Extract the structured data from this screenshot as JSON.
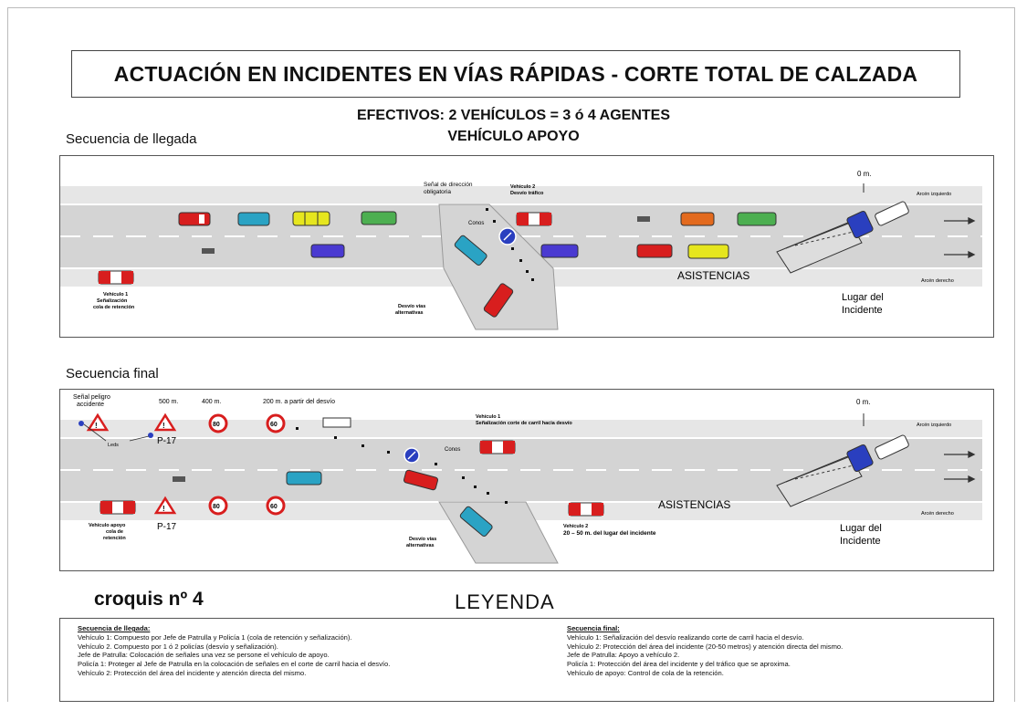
{
  "title": "ACTUACIÓN EN INCIDENTES EN VÍAS RÁPIDAS - CORTE TOTAL DE  CALZADA",
  "effectives_line1": "EFECTIVOS: 2 VEHÍCULOS = 3 ó 4 AGENTES",
  "effectives_line2": "VEHÍCULO APOYO",
  "arrival": {
    "label": "Secuencia de llegada",
    "zero_m": "0 m.",
    "sign_label_1": "Señal de dirección",
    "sign_label_2": "obligatoria",
    "vehicle2_1": "Vehículo 2",
    "vehicle2_2": "Desvío tráfico",
    "conos": "Conos",
    "hard_shoulder_left": "Arcén izquierdo",
    "hard_shoulder_right": "Arcén derecho",
    "asistencias": "ASISTENCIAS",
    "vehicle1_1": "Vehículo 1",
    "vehicle1_2": "Señalización",
    "vehicle1_3": "cola de retención",
    "detour_1": "Desvío vías",
    "detour_2": "alternativas",
    "incident_1": "Lugar del",
    "incident_2": "Incidente"
  },
  "final": {
    "label": "Secuencia final",
    "danger_1": "Señal peligro",
    "danger_2": "accidente",
    "d500": "500 m.",
    "d400": "400 m.",
    "d200": "200 m. a partir del desvío",
    "zero_m": "0 m.",
    "led": "Leds",
    "p17_top": "P-17",
    "p17_bottom": "P-17",
    "speed_80": "80",
    "speed_60": "60",
    "vehicle1_1": "Vehículo 1",
    "vehicle1_2": "Señalización corte de carril hacia desvío",
    "conos": "Conos",
    "hard_shoulder_left": "Arcén izquierdo",
    "hard_shoulder_right": "Arcén derecho",
    "asistencias": "ASISTENCIAS",
    "support_1": "Vehículo apoyo",
    "support_2": "cola de",
    "support_3": "retención",
    "detour_1": "Desvío vías",
    "detour_2": "alternativas",
    "vehicle2_1": "Vehículo 2",
    "vehicle2_2": "20 – 50 m. del lugar del incidente",
    "incident_1": "Lugar del",
    "incident_2": "Incidente"
  },
  "croquis": "croquis nº 4",
  "leyenda": "LEYENDA",
  "legend_left": {
    "heading": "Secuencia de llegada:",
    "lines": [
      "Vehículo 1: Compuesto por Jefe de Patrulla y Policía 1 (cola de retención y señalización).",
      "Vehículo 2. Compuesto por 1 ó 2 policías (desvío y señalización).",
      "Jefe de Patrulla: Colocación de señales una vez se persone el vehículo de apoyo.",
      "Policía 1: Proteger al Jefe de Patrulla en la colocación de señales en el corte de carril hacia el desvío.",
      "Vehículo 2: Protección del área del incidente y atención directa del mismo."
    ]
  },
  "legend_right": {
    "heading": "Secuencia final:",
    "lines": [
      "Vehículo 1: Señalización del desvío realizando corte de carril hacia el desvío.",
      "Vehículo 2: Protección del área del incidente (20-50 metros) y atención directa del mismo.",
      "Jefe de Patrulla: Apoyo a vehículo 2.",
      "Policía 1: Protección del área del incidente y del tráfico que se aproxima.",
      "Vehículo de apoyo: Control de cola de la retención."
    ]
  },
  "colors": {
    "road": "#d4d4d4",
    "shoulder": "#e6e6e6",
    "police_red": "#d81e1e",
    "sign_blue": "#2a3fbf"
  }
}
